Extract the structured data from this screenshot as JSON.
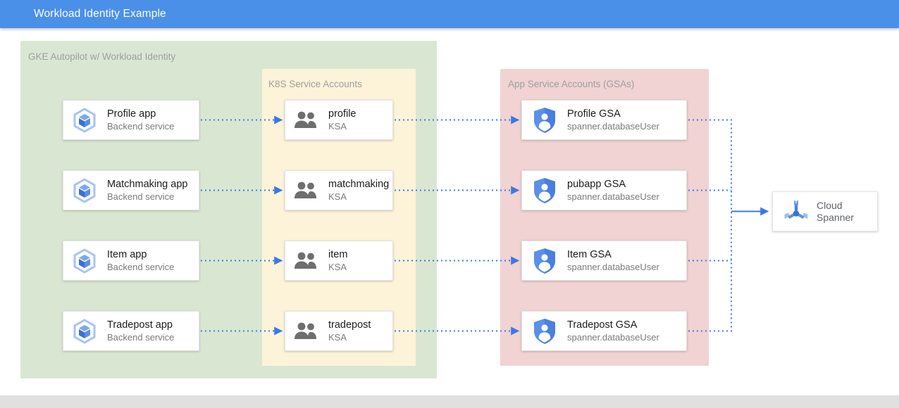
{
  "header": {
    "title": "Workload Identity Example",
    "bar_color": "#4a90e8"
  },
  "groups": {
    "gke": {
      "label": "GKE Autopilot w/ Workload Identity",
      "color": "#d9e7d2"
    },
    "ksa": {
      "label": "K8S Service Accounts",
      "color": "#fdf3d9"
    },
    "gsa": {
      "label": "App Service Accounts (GSAs)",
      "color": "#f0d3d2"
    }
  },
  "apps": [
    {
      "title": "Profile app",
      "sub": "Backend service",
      "icon": "gke-cube-icon"
    },
    {
      "title": "Matchmaking app",
      "sub": "Backend service",
      "icon": "gke-cube-icon"
    },
    {
      "title": "Item app",
      "sub": "Backend service",
      "icon": "gke-cube-icon"
    },
    {
      "title": "Tradepost app",
      "sub": "Backend service",
      "icon": "gke-cube-icon"
    }
  ],
  "ksas": [
    {
      "title": "profile",
      "sub": "KSA",
      "icon": "people-icon"
    },
    {
      "title": "matchmaking",
      "sub": "KSA",
      "icon": "people-icon"
    },
    {
      "title": "item",
      "sub": "KSA",
      "icon": "people-icon"
    },
    {
      "title": "tradepost",
      "sub": "KSA",
      "icon": "people-icon"
    }
  ],
  "gsas": [
    {
      "title": "Profile GSA",
      "sub": "spanner.databaseUser",
      "icon": "shield-user-icon"
    },
    {
      "title": "pubapp GSA",
      "sub": "spanner.databaseUser",
      "icon": "shield-user-icon"
    },
    {
      "title": "Item GSA",
      "sub": "spanner.databaseUser",
      "icon": "shield-user-icon"
    },
    {
      "title": "Tradepost GSA",
      "sub": "spanner.databaseUser",
      "icon": "shield-user-icon"
    }
  ],
  "datastore": {
    "title": "Cloud\nSpanner",
    "title_line1": "Cloud",
    "title_line2": "Spanner",
    "icon": "cloud-spanner-icon"
  },
  "edges": {
    "dotted_color": "#3b78e7",
    "solid_color": "#3b78e7",
    "style": "dotted-arrow"
  },
  "footer": {
    "color": "#e0e0e0"
  }
}
